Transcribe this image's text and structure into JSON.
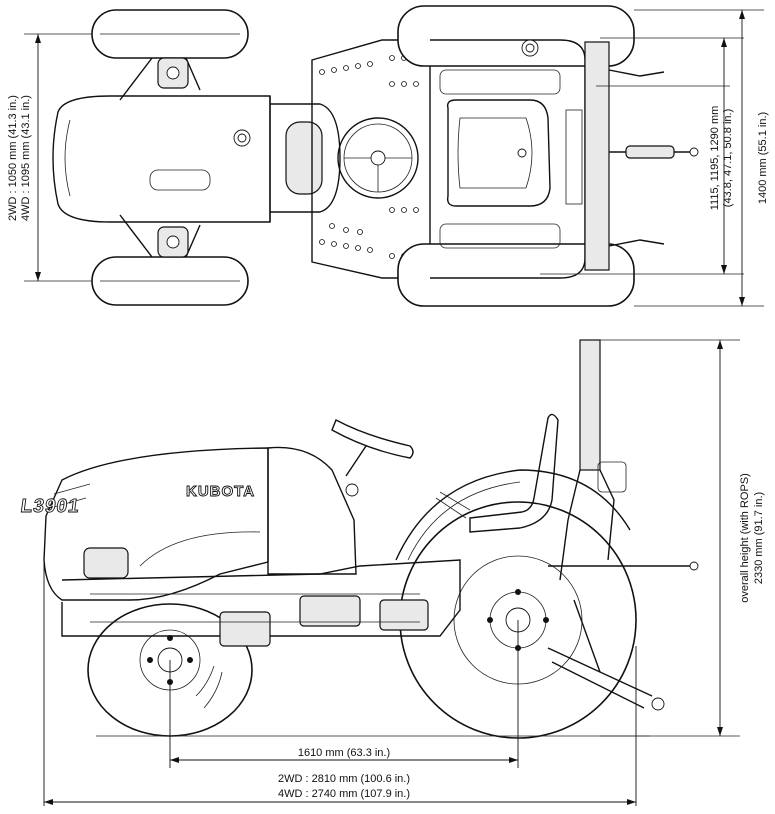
{
  "brand": "KUBOTA",
  "model": "L3901",
  "dimensions": {
    "front_track_2wd": "2WD : 1050 mm (41.3 in.)",
    "front_track_4wd": "4WD : 1095 mm (43.1 in.)",
    "rear_track": "1115, 1195, 1290 mm",
    "rear_track_in": "(43.8, 47.1, 50.8 in.)",
    "overall_width": "1400 mm (55.1 in.)",
    "overall_height": "overall height (with ROPS)",
    "overall_height_value": "2330 mm (91.7 in.)",
    "wheelbase": "1610 mm (63.3 in.)",
    "length_2wd": "2WD : 2810 mm (100.6 in.)",
    "length_4wd": "4WD : 2740 mm (107.9 in.)"
  }
}
